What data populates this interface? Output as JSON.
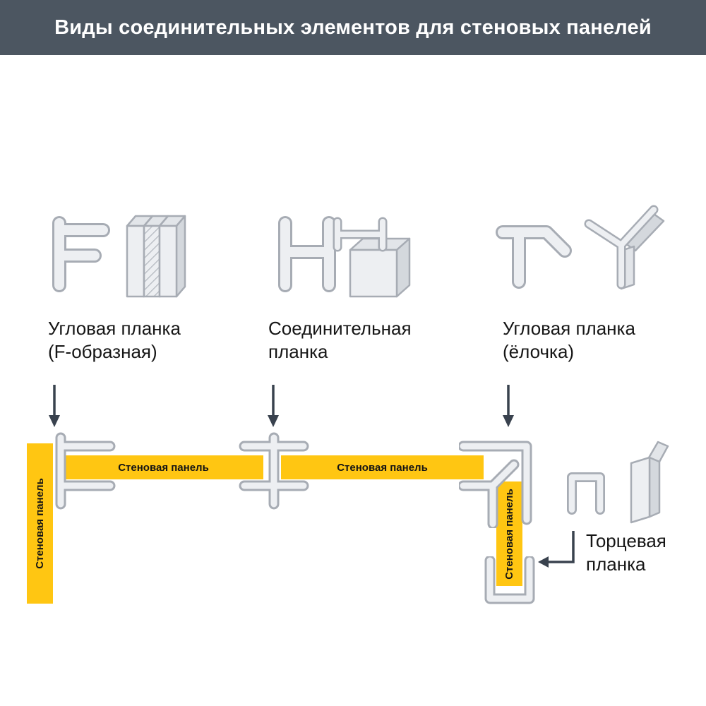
{
  "header": {
    "title": "Виды соединительных элементов для стеновых панелей"
  },
  "profile_types": [
    {
      "name": "f-profile",
      "label_line1": "Угловая планка",
      "label_line2": "(F-образная)"
    },
    {
      "name": "h-profile",
      "label_line1": "Соединительная",
      "label_line2": "планка"
    },
    {
      "name": "herringbone-corner",
      "label_line1": "Угловая планка",
      "label_line2": "(ёлочка)"
    }
  ],
  "assembly": {
    "wall_panel_label": "Стеновая панель"
  },
  "end_cap": {
    "label_line1": "Торцевая",
    "label_line2": "планка"
  },
  "colors": {
    "header_bg": "#4C5661",
    "header_text": "#FFFFFF",
    "panel_yellow": "#FFC612",
    "profile_fill": "#EDEFF2",
    "profile_outline": "#A7ACB4",
    "arrow": "#39424E",
    "text": "#1F1F1F"
  }
}
